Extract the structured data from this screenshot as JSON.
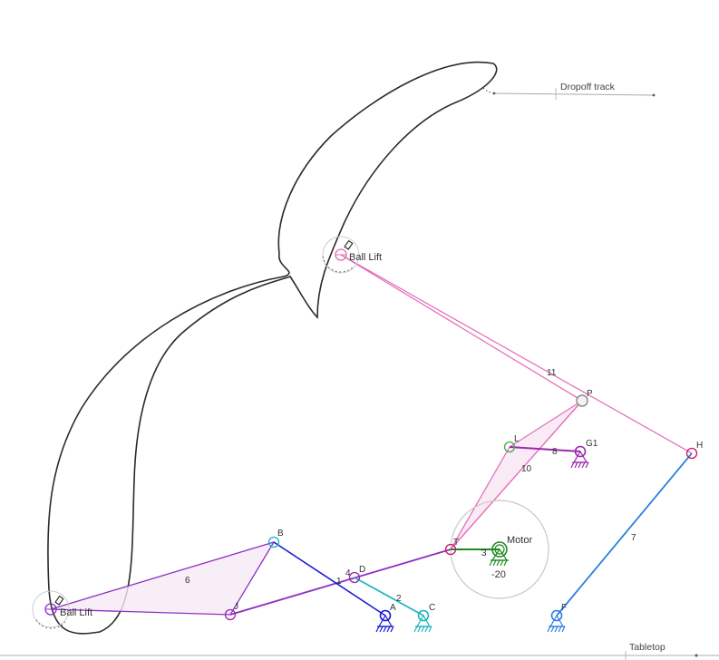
{
  "colors": {
    "pink": "#e46ab8",
    "purple": "#9c27b0",
    "violet": "#8e2fc3",
    "blue": "#1a1ad6",
    "teal": "#19b4c0",
    "green": "#1f8a1f",
    "green_light": "#3cb043",
    "sky": "#2a7fe0",
    "path": "#2b2b2b",
    "motor_circle": "#c8c8c8"
  },
  "labels": {
    "dropoff_track": "Dropoff track",
    "tabletop": "Tabletop",
    "ball_lift_top": "Ball Lift",
    "ball_lift_bottom": "Ball Lift",
    "motor": "Motor",
    "motor_speed": "-20"
  },
  "joints": {
    "A": "A",
    "B": "B",
    "C": "C",
    "D": "D",
    "F": "F",
    "G1": "G1",
    "H": "H",
    "J": "J",
    "L": "L",
    "P": "P",
    "T": "T"
  },
  "links": {
    "l1": "1",
    "l2": "2",
    "l3": "3",
    "l4": "4",
    "l6": "6",
    "l7": "7",
    "l8": "8",
    "l10": "10",
    "l11": "11"
  },
  "icons": {
    "ground": "ground-anchor-icon",
    "motor": "motor-icon",
    "tracer": "tracer-pen-icon"
  }
}
